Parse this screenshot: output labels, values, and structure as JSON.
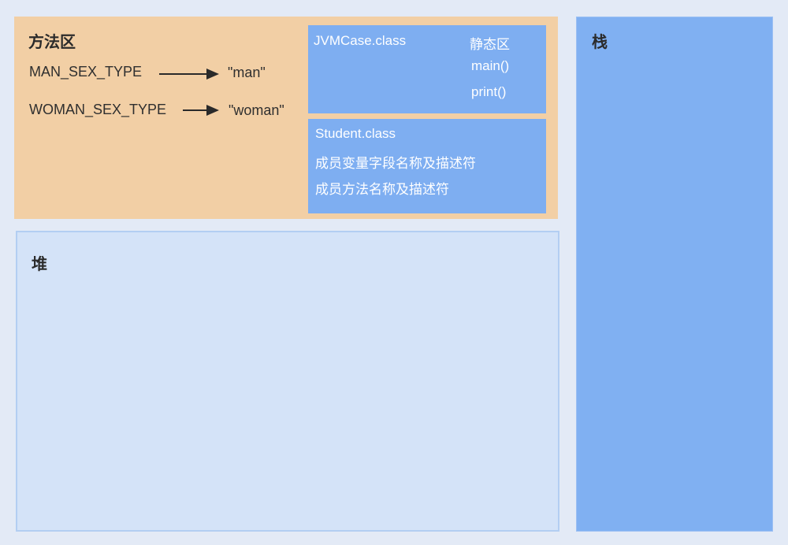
{
  "method_area": {
    "title": "方法区",
    "color": "#f2cfa5",
    "constants": [
      {
        "name": "MAN_SEX_TYPE",
        "value": "\"man\""
      },
      {
        "name": "WOMAN_SEX_TYPE",
        "value": "\"woman\""
      }
    ],
    "classes": [
      {
        "name": "JVMCase.class",
        "static_label": "静态区",
        "methods": [
          "main()",
          "print()"
        ]
      },
      {
        "name": "Student.class",
        "lines": [
          "成员变量字段名称及描述符",
          "成员方法名称及描述符"
        ]
      }
    ]
  },
  "heap": {
    "title": "堆",
    "color": "#d4e3f8"
  },
  "stack": {
    "title": "栈",
    "color": "#80b0f2"
  }
}
